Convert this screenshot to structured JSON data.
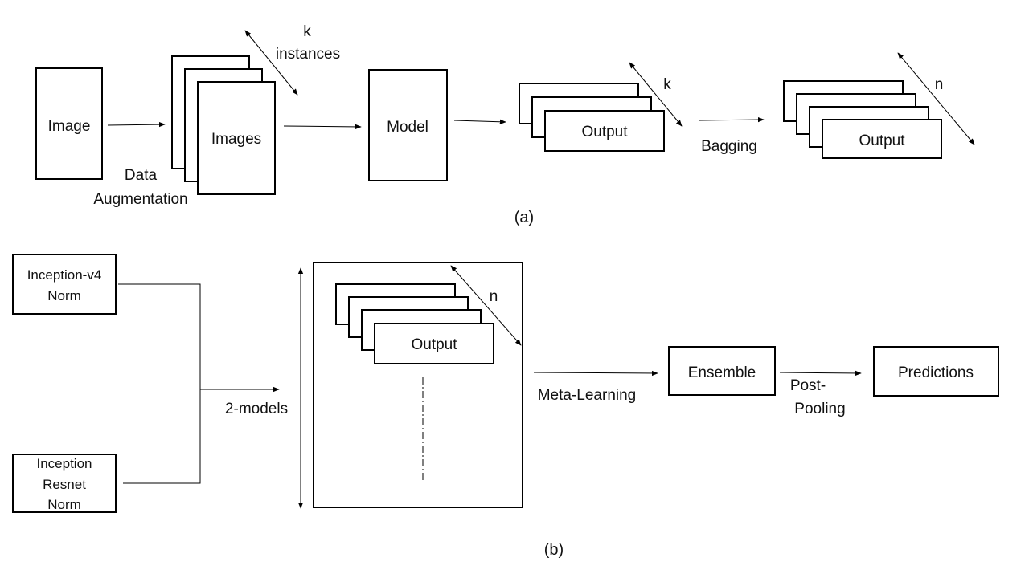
{
  "part_a": {
    "image_label": "Image",
    "images_label": "Images",
    "augmentation_line1": "Data",
    "augmentation_line2": "Augmentation",
    "k_instances_line1": "k",
    "k_instances_line2": "instances",
    "model_label": "Model",
    "output_label": "Output",
    "k_label": "k",
    "bagging_label": "Bagging",
    "output_label_2": "Output",
    "n_label": "n",
    "caption": "(a)"
  },
  "part_b": {
    "inception_v4_line1": "Inception-v4",
    "inception_v4_line2": "Norm",
    "inception_resnet_line1": "Inception",
    "inception_resnet_line2": "Resnet",
    "inception_resnet_line3": "Norm",
    "two_models_label": "2-models",
    "output_label": "Output",
    "n_label": "n",
    "meta_learning_label": "Meta-Learning",
    "ensemble_label": "Ensemble",
    "post_pooling_line1": "Post-",
    "post_pooling_line2": "Pooling",
    "predictions_label": "Predictions",
    "caption": "(b)"
  }
}
